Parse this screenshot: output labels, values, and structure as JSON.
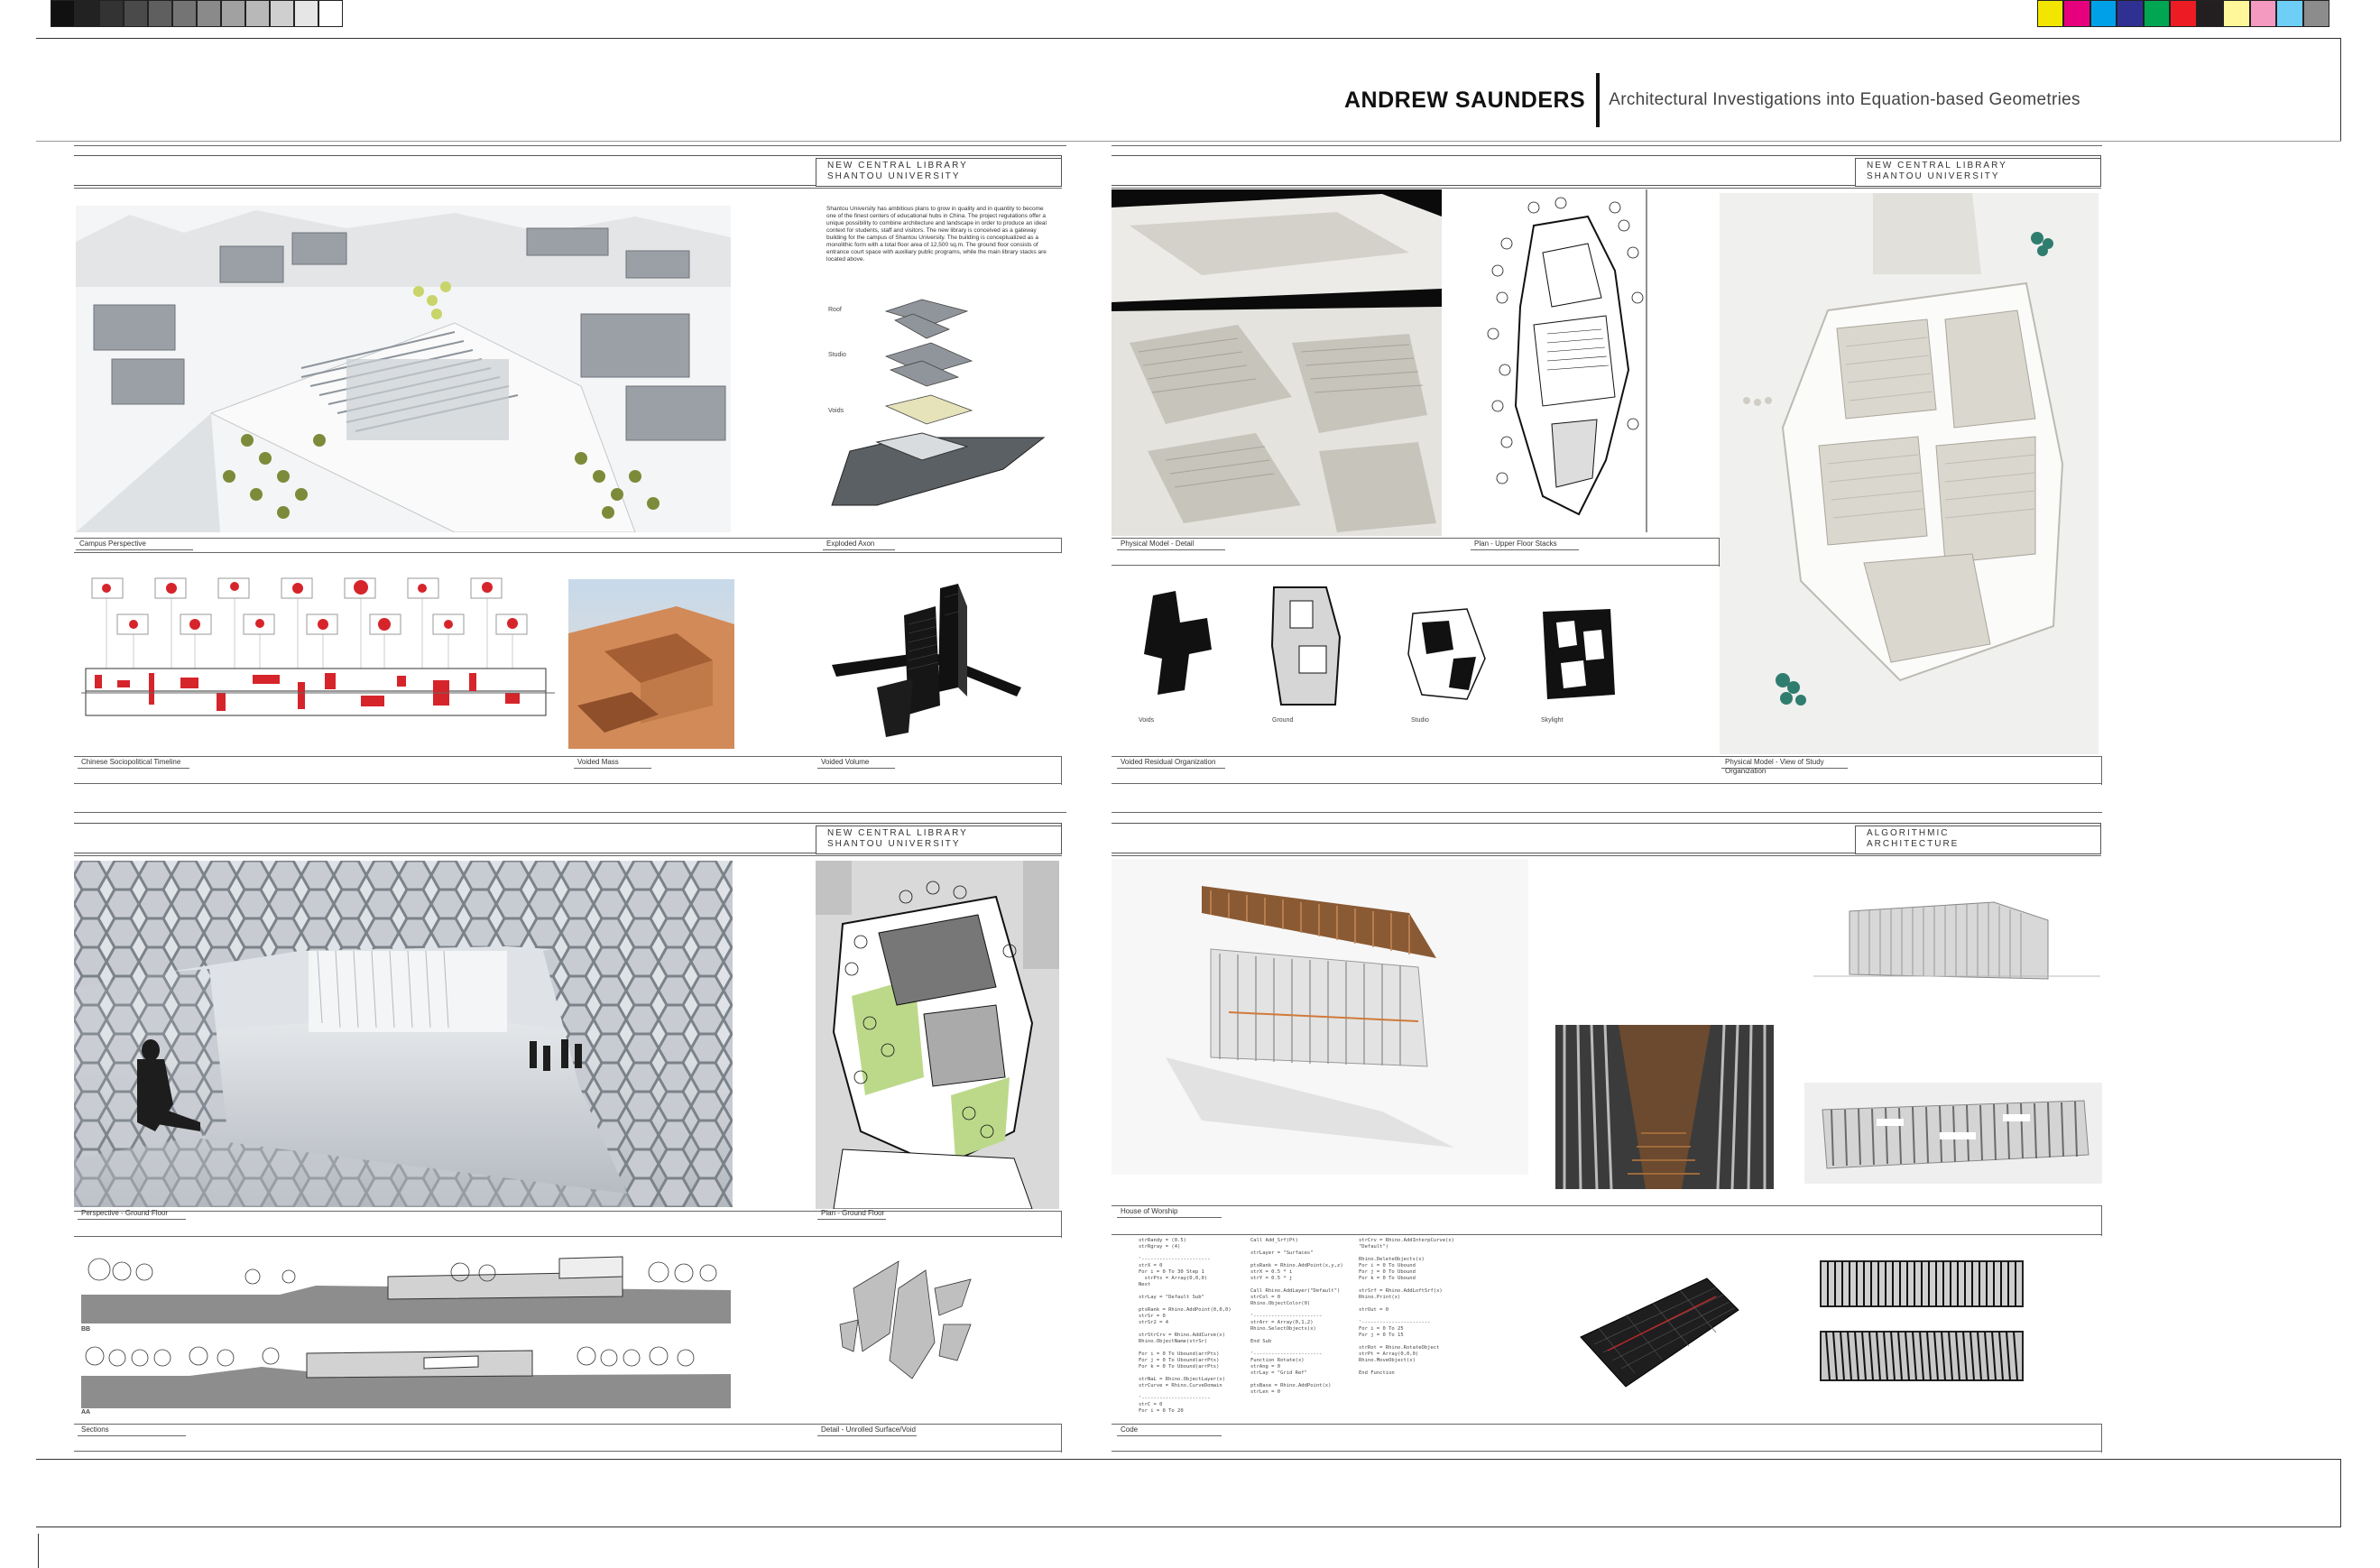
{
  "header": {
    "name": "ANDREW SAUNDERS",
    "subtitle": "Architectural Investigations into Equation-based Geometries"
  },
  "color_bar": {
    "grays": [
      "#111111",
      "#222222",
      "#333333",
      "#4a4a4a",
      "#5f5f5f",
      "#747474",
      "#8a8a8a",
      "#a1a1a1",
      "#b8b8b8",
      "#cfcfcf",
      "#e6e6e6",
      "#ffffff"
    ],
    "process": [
      "#f2e600",
      "#e6007e",
      "#00a0e9",
      "#2e3192",
      "#00a651",
      "#ed1c24",
      "#231f20",
      "#fff799",
      "#f49ac1",
      "#6dcff6",
      "#8c8c8c"
    ]
  },
  "panels": {
    "top_left": {
      "tag_line1": "NEW CENTRAL LIBRARY",
      "tag_line2": "SHANTOU UNIVERSITY",
      "description": "Shantou University has ambitious plans to grow in quality and in quantity to become one of the finest centers of educational hubs in China. The project regulations offer a unique possibility to combine architecture and landscape in order to produce an ideal context for students, staff and visitors. The new library is conceived as a gateway building for the campus of Shantou University. The building is conceptualized as a monolithic form with a total floor area of 12,500 sq.m. The ground floor consists of entrance court space with auxiliary public programs, while the main library stacks are located above.",
      "exploded_labels": [
        "Roof",
        "Studio",
        "Voids"
      ],
      "captions": {
        "campus": "Campus Perspective",
        "exploded": "Exploded Axon",
        "timeline": "Chinese Sociopolitical Timeline",
        "voided_mass": "Voided Mass",
        "voided_volume": "Voided Volume"
      }
    },
    "top_right": {
      "tag_line1": "NEW CENTRAL LIBRARY",
      "tag_line2": "SHANTOU UNIVERSITY",
      "org_labels": [
        "Voids",
        "Ground",
        "Studio",
        "Skylight"
      ],
      "captions": {
        "physical_detail": "Physical Model - Detail",
        "plan_upper": "Plan - Upper Floor Stacks",
        "voided_residual": "Voided Residual Organization",
        "physical_study": "Physical Model - View of Study Organization"
      }
    },
    "bottom_left": {
      "tag_line1": "NEW CENTRAL LIBRARY",
      "tag_line2": "SHANTOU UNIVERSITY",
      "section_labels": [
        "BB",
        "AA"
      ],
      "captions": {
        "perspective": "Perspective - Ground Floor",
        "plan_ground": "Plan - Ground Floor",
        "sections": "Sections",
        "detail": "Detail - Unrolled Surface/Void"
      }
    },
    "bottom_right": {
      "tag_line1": "ALGORITHMIC",
      "tag_line2": "ARCHITECTURE",
      "captions": {
        "house": "House of Worship",
        "code": "Code"
      },
      "code_cols": [
        "strRandy = (0.5)\nstrRgray = (4)\n\n'-----------------------\nstrX = 0\nFor i = 0 To 30 Step 1\n  strPts = Array(0,0,0)\nNext\n\nstrLay = \"Default Sub\"\n\nptsRank = Rhino.AddPoint(0,0,0)\nstrSr = 0\nstrSr2 = 4\n\nstrStrCrv = Rhino.AddCurve(x)\nRhino.ObjectName(strSr)\n\nFor i = 0 To Ubound(arrPts)\nFor j = 0 To Ubound(arrPts)\nFor k = 0 To Ubound(arrPts)\n\nstrNaL = Rhino.ObjectLayer(x)\nstrCurve = Rhino.CurveDomain\n\n'-----------------------\nstrC = 0\nFor i = 0 To 20",
        "Call Add_Srf(Pt)\n\nstrLayer = \"Surfaces\"\n\nptsRank = Rhino.AddPoint(x,y,z)\nstrX = 0.5 * i\nstrY = 0.5 * j\n\nCall Rhino.AddLayer(\"Default\")\nstrCol = 0\nRhino.ObjectColor(0)\n\n'-----------------------\nstrArr = Array(0,1,2)\nRhino.SelectObjects(x)\n\nEnd Sub\n\n'-----------------------\nFunction Rotate(x)\nstrAng = 0\nstrLay = \"Grid Ref\"\n\nptsBase = Rhino.AddPoint(x)\nstrLen = 0",
        "strCrv = Rhino.AddInterpCurve(x)\n\"Default\")\n\nRhino.DeleteObjects(x)\nFor i = 0 To Ubound\nFor j = 0 To Ubound\nFor k = 0 To Ubound\n\nstrSrf = Rhino.AddLoftSrf(x)\nRhino.Print(x)\n\nstrOut = 0\n\n'-----------------------\nFor i = 0 To 25\nFor j = 0 To 15\n\nstrRot = Rhino.RotateObject\nstrPt = Array(0,0,0)\nRhino.MoveObject(x)\n\nEnd Function"
      ]
    }
  }
}
